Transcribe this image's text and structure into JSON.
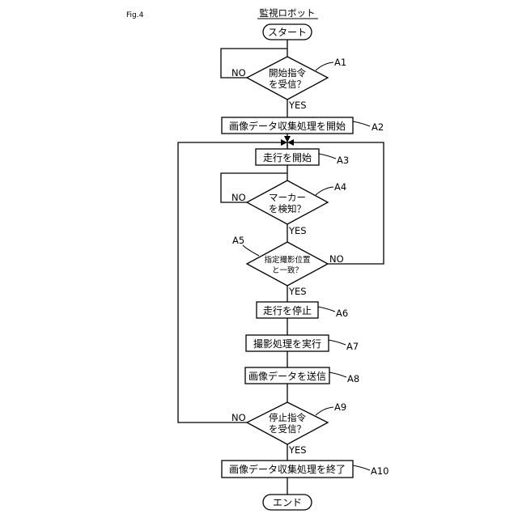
{
  "figure_label": "Fig.4",
  "title": "監視ロボット",
  "start": "スタート",
  "end": "エンド",
  "yes": "YES",
  "no": "NO",
  "steps": {
    "a1": {
      "line1": "開始指令",
      "line2": "を受信？",
      "ref": "A1"
    },
    "a2": {
      "label": "画像データ収集処理を開始",
      "ref": "A2"
    },
    "a3": {
      "label": "走行を開始",
      "ref": "A3"
    },
    "a4": {
      "line1": "マーカー",
      "line2": "を検知？",
      "ref": "A4"
    },
    "a5": {
      "line1": "指定撮影位置",
      "line2": "と一致？",
      "ref": "A5"
    },
    "a6": {
      "label": "走行を停止",
      "ref": "A6"
    },
    "a7": {
      "label": "撮影処理を実行",
      "ref": "A7"
    },
    "a8": {
      "label": "画像データを送信",
      "ref": "A8"
    },
    "a9": {
      "line1": "停止指令",
      "line2": "を受信？",
      "ref": "A9"
    },
    "a10": {
      "label": "画像データ収集処理を終了",
      "ref": "A10"
    }
  }
}
